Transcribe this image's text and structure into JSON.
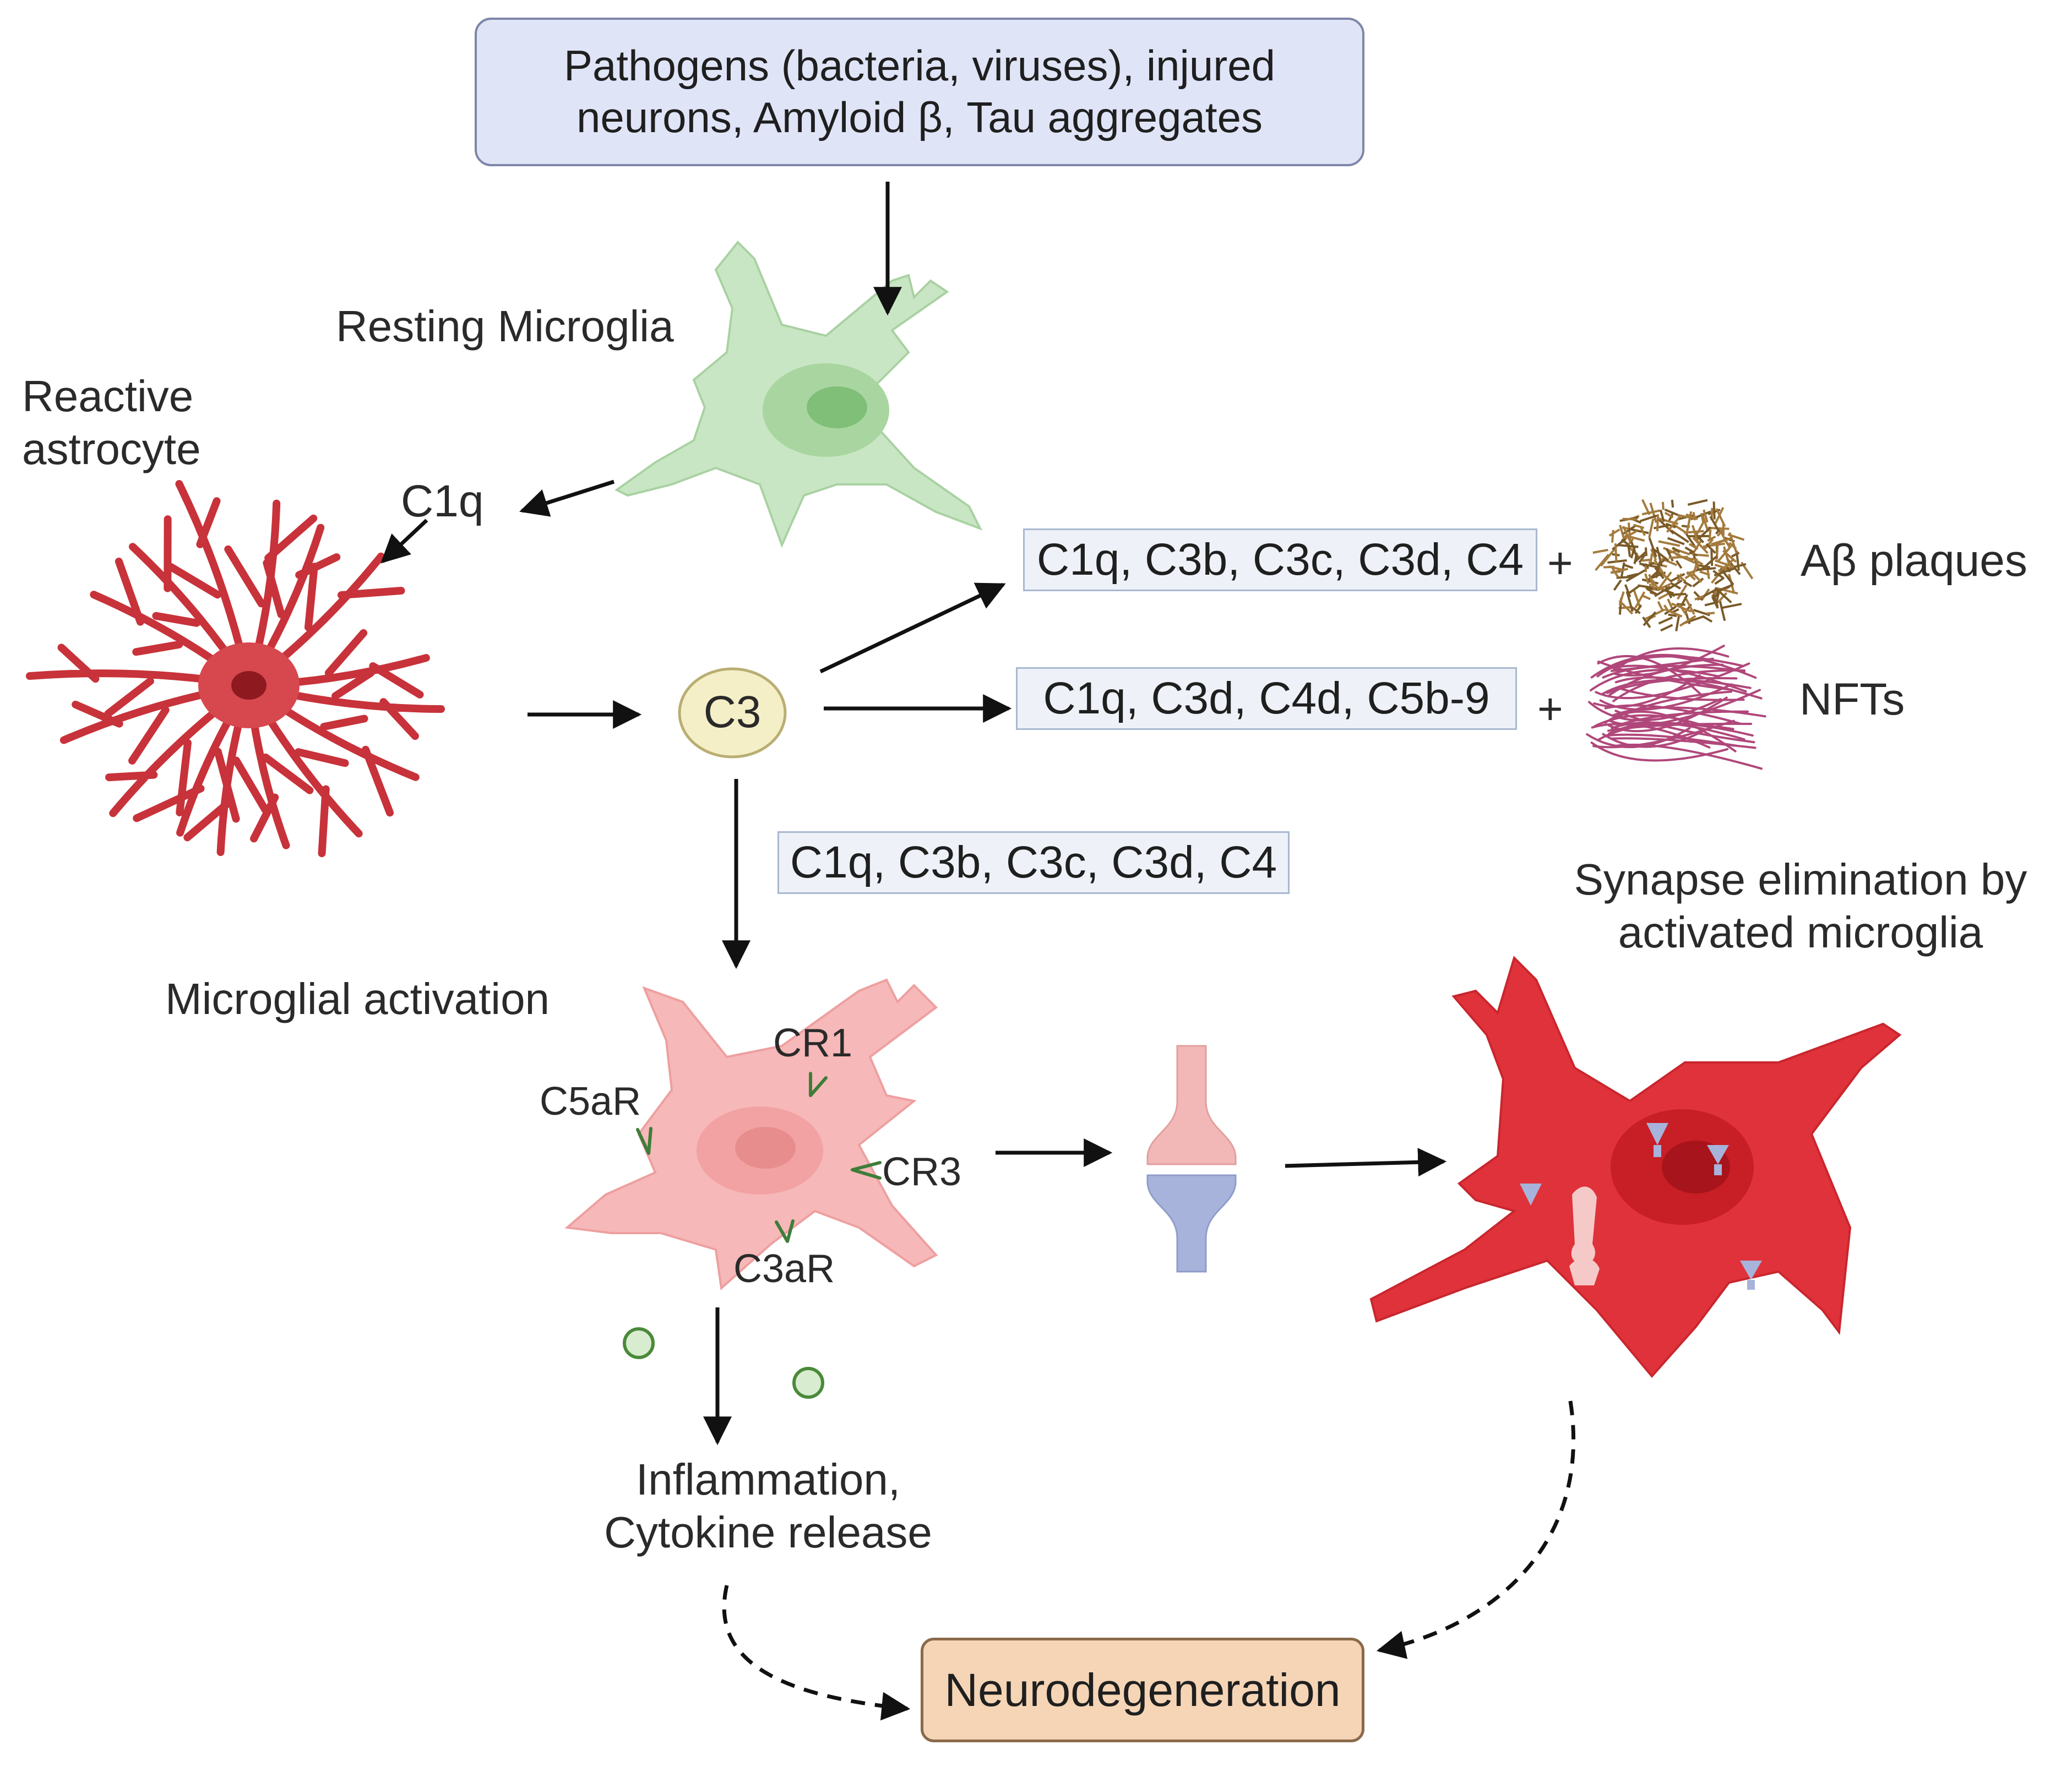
{
  "diagram": {
    "stimulus": {
      "line1": "Pathogens (bacteria, viruses), injured",
      "line2": "neurons, Amyloid β, Tau aggregates"
    },
    "resting_microglia_label": "Resting Microglia",
    "reactive_astrocyte_label": {
      "line1": "Reactive",
      "line2": "astrocyte"
    },
    "c1q_label": "C1q",
    "c3_label": "C3",
    "plaque_complement": "C1q, C3b, C3c, C3d, C4",
    "plus_1": "+",
    "plaques_label": "Aβ plaques",
    "nft_complement": "C1q, C3d, C4d, C5b-9",
    "plus_2": "+",
    "nft_label": "NFTs",
    "activation_complement": "C1q, C3b, C3c, C3d, C4",
    "microglial_activation_label": "Microglial activation",
    "receptors": {
      "cr1": "CR1",
      "c5ar": "C5aR",
      "cr3": "CR3",
      "c3ar": "C3aR"
    },
    "synapse_elimination_label": {
      "line1": "Synapse elimination by",
      "line2": "activated microglia"
    },
    "inflammation_label": {
      "line1": "Inflammation,",
      "line2": "Cytokine release"
    },
    "outcome_label": "Neurodegeneration"
  },
  "colors": {
    "stimulus_box_fill": "#dfe4f7",
    "resting_microglia": "#c9e6c4",
    "astrocyte": "#c8323a",
    "c3_fill": "#f5efc7",
    "complement_box_fill": "#eef2f8",
    "plaque": "#a47b3d",
    "nft": "#b0477a",
    "activated_microglia": "#f6b8b8",
    "receptor": "#3e7d3a",
    "synapse_pre": "#f2b8b8",
    "synapse_post": "#a7b3da",
    "eliminating_microglia": "#e0323a",
    "cytokine": "#4a8a3a",
    "outcome_fill": "#f5d5b6"
  },
  "icons": [
    "resting-microglia-icon",
    "reactive-astrocyte-icon",
    "plaque-icon",
    "nft-icon",
    "activated-microglia-icon",
    "synapse-icon",
    "eliminating-microglia-icon",
    "cytokine-icon"
  ]
}
